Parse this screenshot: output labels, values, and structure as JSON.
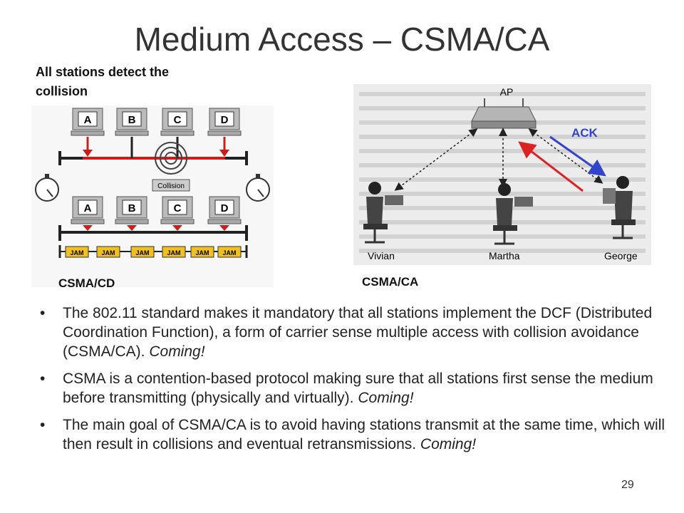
{
  "slide": {
    "title": "Medium Access – CSMA/CA",
    "page_number": "29"
  },
  "left_figure": {
    "caption_line1": "All stations detect the",
    "caption_line2": "collision",
    "station_labels": [
      "A",
      "B",
      "C",
      "D"
    ],
    "collision_label": "Collision",
    "jam_label": "JAM",
    "label": "CSMA/CD"
  },
  "right_figure": {
    "ap_label": "AP",
    "ack_label": "ACK",
    "people": [
      "Vivian",
      "Martha",
      "George"
    ],
    "label": "CSMA/CA",
    "colors": {
      "ack_arrow": "#3344cc",
      "data_arrow": "#dd2222"
    }
  },
  "bullets": [
    {
      "text": "The 802.11 standard makes it mandatory that all stations implement the DCF (Distributed Coordination Function), a form of carrier sense multiple access with collision avoidance (CSMA/CA).  ",
      "emphasis": "Coming!"
    },
    {
      "text": "CSMA is a contention-based protocol making sure that all stations first sense the medium before transmitting (physically and virtually). ",
      "emphasis": "Coming!"
    },
    {
      "text": "The main goal of CSMA/CA is to avoid having stations transmit at the same time, which will then result in collisions and eventual retransmissions. ",
      "emphasis": "Coming!"
    }
  ]
}
